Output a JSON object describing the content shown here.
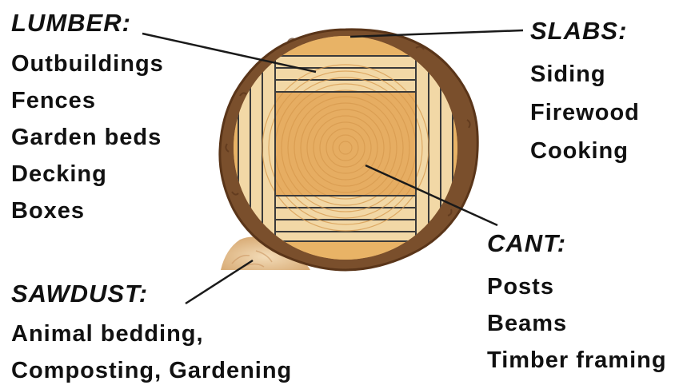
{
  "colors": {
    "bark": "#7a4f2c",
    "bark_dark": "#5a3519",
    "heartwood": "#e8b366",
    "lumber_board": "#f2d8a6",
    "cant": "#e6ad62",
    "sawdust": "#e6c59a",
    "line": "#333333",
    "text": "#111111"
  },
  "labels": {
    "lumber": {
      "title": "LUMBER:",
      "items": [
        "Outbuildings",
        "Fences",
        "Garden beds",
        "Decking",
        "Boxes"
      ]
    },
    "slabs": {
      "title": "SLABS:",
      "items": [
        "Siding",
        "Firewood",
        "Cooking"
      ]
    },
    "cant": {
      "title": "CANT:",
      "items": [
        "Posts",
        "Beams",
        "Timber framing"
      ]
    },
    "sawdust": {
      "title": "SAWDUST:",
      "items": [
        "Animal bedding,",
        "Composting, Gardening"
      ]
    }
  }
}
